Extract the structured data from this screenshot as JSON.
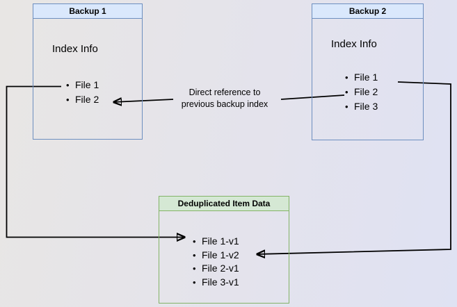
{
  "diagram": {
    "nodes": {
      "backup1": {
        "title": "Backup 1",
        "section_label": "Index Info",
        "items": [
          "File 1",
          "File 2"
        ]
      },
      "backup2": {
        "title": "Backup 2",
        "section_label": "Index Info",
        "items": [
          "File 1",
          "File 2",
          "File 3"
        ]
      },
      "dedup": {
        "title": "Deduplicated Item Data",
        "items": [
          "File 1-v1",
          "File 1-v2",
          "File 2-v1",
          "File 3-v1"
        ]
      }
    },
    "annotation": {
      "line1": "Direct reference to",
      "line2": "previous backup index"
    },
    "bullet_glyph": "•",
    "colors": {
      "blue_border": "#6c8ebf",
      "blue_header": "#dae8fc",
      "green_border": "#82b366",
      "green_header": "#d5e8d4",
      "connector": "#000000",
      "text": "#000000",
      "bg_left": "#e8e6e4",
      "bg_right": "#dfe2f3"
    }
  }
}
